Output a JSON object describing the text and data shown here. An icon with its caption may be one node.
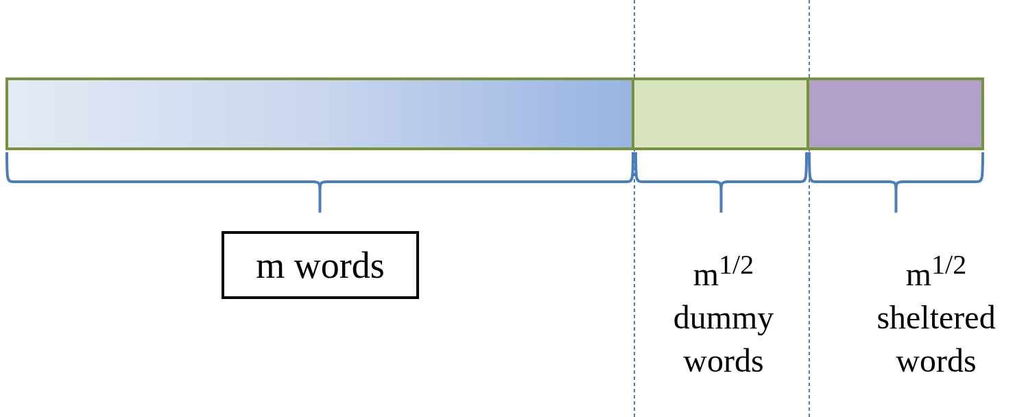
{
  "diagram": {
    "nodes": [
      {
        "text": [],
        "shape": "bar"
      },
      {
        "text": [],
        "shape": "bar"
      },
      {
        "text": [],
        "shape": "bar"
      },
      {
        "text": [
          "m words"
        ]
      }
    ],
    "labels": [
      "m$^{1/2}$ dummy words",
      "m$^{1/2}$ sheltered words"
    ]
  }
}
